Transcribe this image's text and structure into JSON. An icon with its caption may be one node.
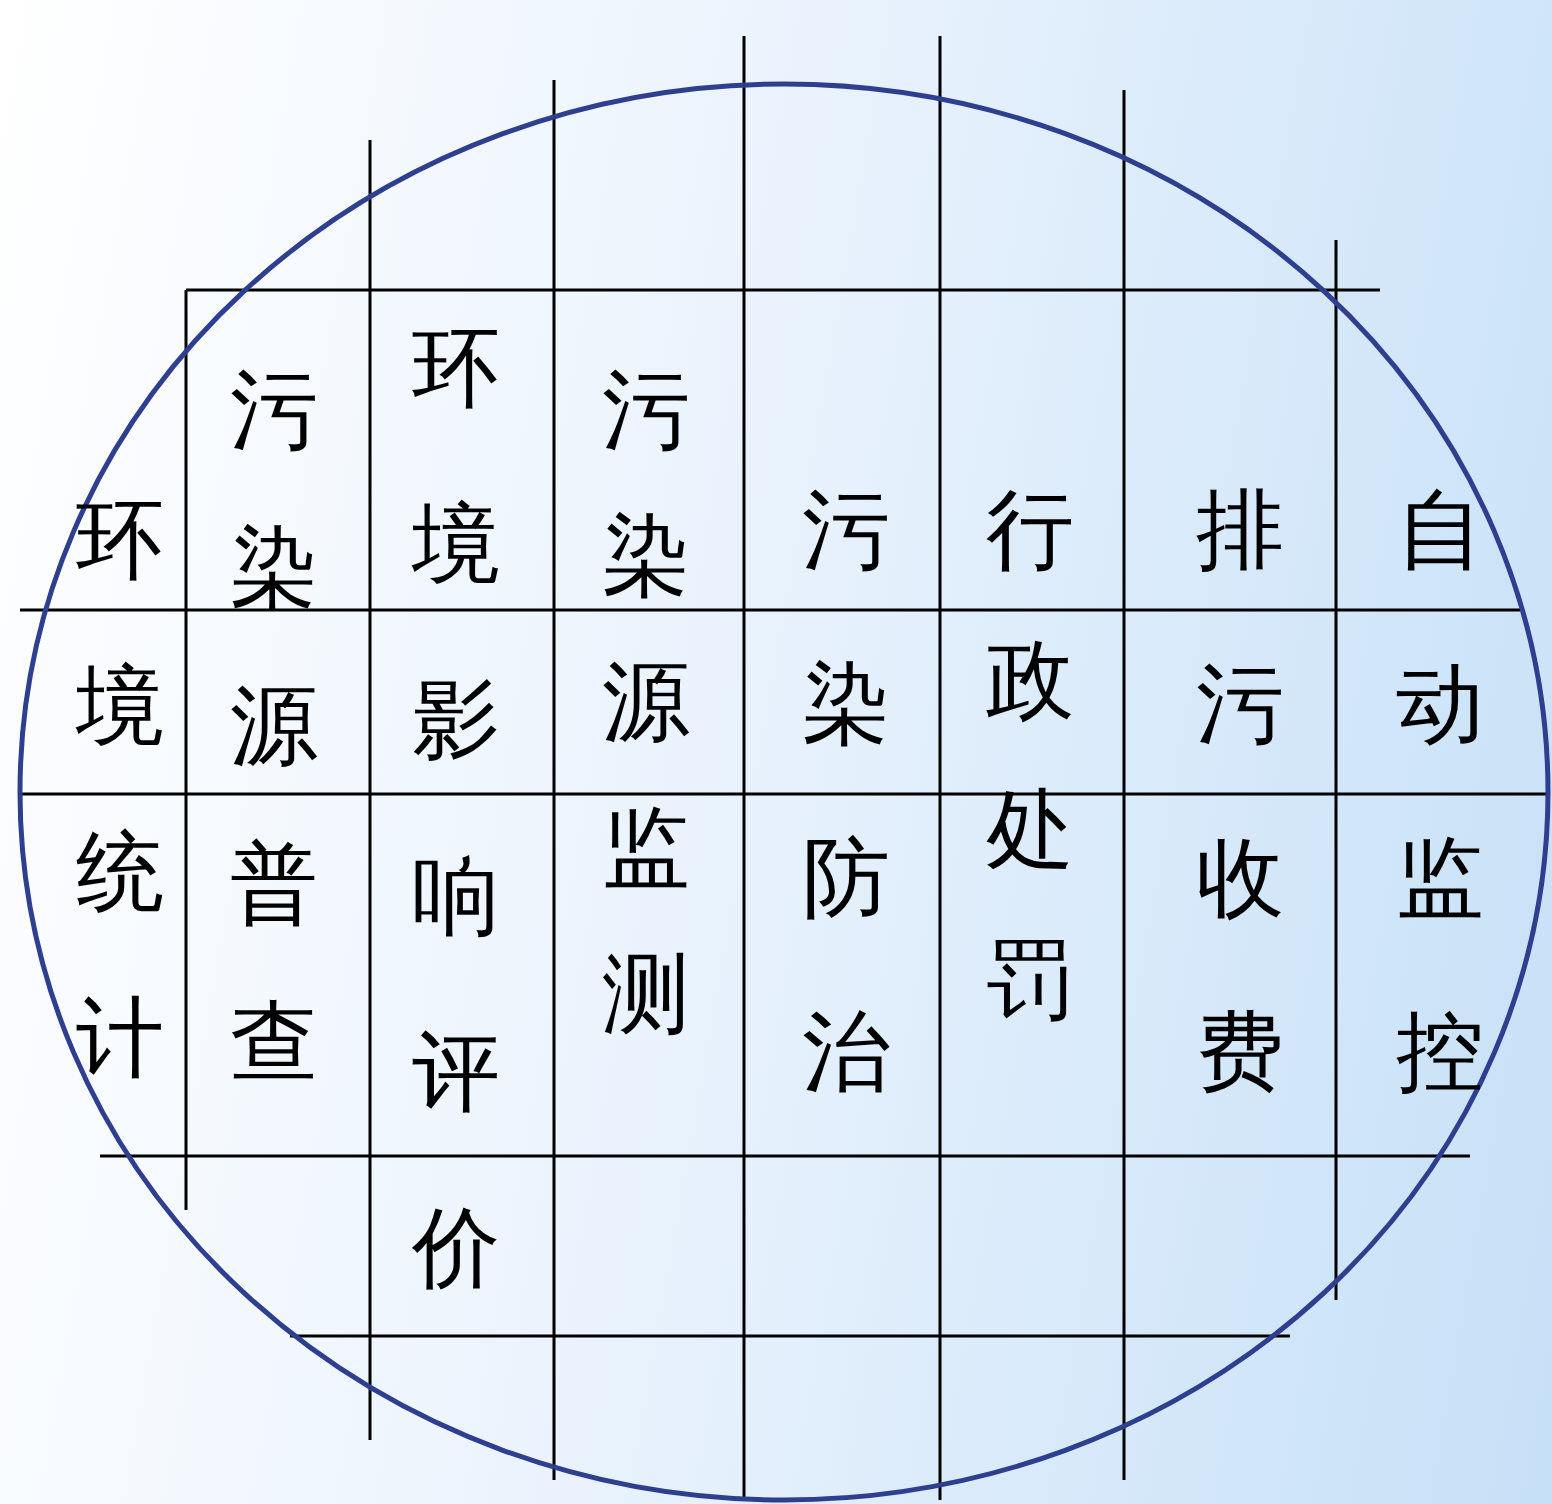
{
  "diagram": {
    "nodes": [
      {
        "text": [
          "环境统计",
          "污染源普查",
          "环境影响评价",
          "污染源监测",
          "污染防治",
          "行政处罚",
          "排污收费",
          "自动监控"
        ]
      }
    ]
  }
}
